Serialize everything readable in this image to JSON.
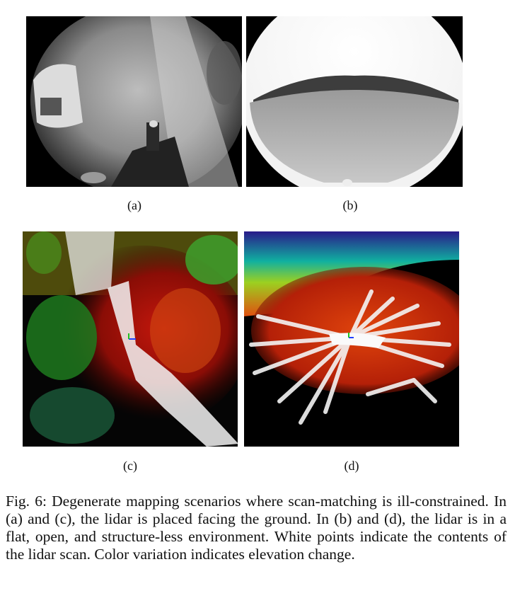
{
  "figure": {
    "panels": [
      {
        "id": "a",
        "label": "(a)",
        "content": "fisheye-ground-view"
      },
      {
        "id": "b",
        "label": "(b)",
        "content": "fisheye-open-field"
      },
      {
        "id": "c",
        "label": "(c)",
        "content": "lidar-map-ground"
      },
      {
        "id": "d",
        "label": "(d)",
        "content": "lidar-map-open-field"
      }
    ],
    "caption": "Fig. 6: Degenerate mapping scenarios where scan-matching is ill-constrained. In (a) and (c), the lidar is placed facing the ground. In (b) and (d), the lidar is in a flat, open, and structure-less environment. White points indicate the contents of the lidar scan. Color variation indicates elevation change."
  }
}
